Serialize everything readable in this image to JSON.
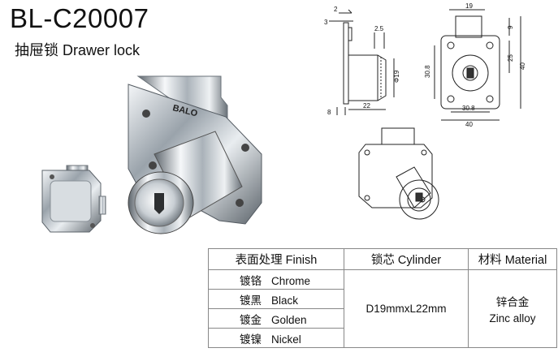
{
  "header": {
    "model": "BL-C20007",
    "subtitle": "抽屉锁 Drawer lock"
  },
  "product": {
    "brand_on_body": "BALO"
  },
  "drawing": {
    "side_view": {
      "d1": "2",
      "d2": "3",
      "d3": "2.5",
      "diameter": "Φ19",
      "d4": "8",
      "d5": "22"
    },
    "front_view": {
      "top": "19",
      "right1": "9",
      "right2": "25",
      "right3": "40",
      "left": "30.8",
      "bottom1": "30.8",
      "bottom2": "40"
    }
  },
  "table": {
    "headers": {
      "finish": "表面处理 Finish",
      "cylinder": "锁芯 Cylinder",
      "material": "材料 Material"
    },
    "finishes": [
      {
        "zh": "镀铬",
        "en": "Chrome"
      },
      {
        "zh": "镀黑",
        "en": "Black"
      },
      {
        "zh": "镀金",
        "en": "Golden"
      },
      {
        "zh": "镀镍",
        "en": "Nickel"
      }
    ],
    "cylinder": "D19mmxL22mm",
    "material_zh": "锌合金",
    "material_en": "Zinc alloy"
  }
}
